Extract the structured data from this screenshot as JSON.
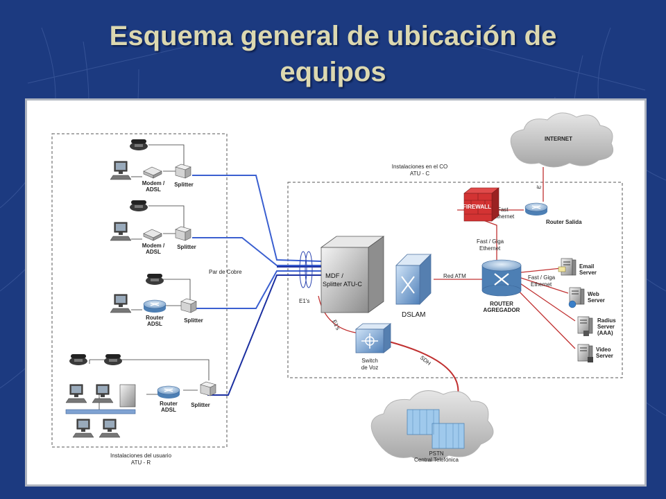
{
  "slide": {
    "title_line1": "Esquema general de ubicación de",
    "title_line2": "equipos"
  },
  "colors": {
    "background": "#1c3a80",
    "title": "#dcd8b0",
    "blue_link": "#3a5fd0",
    "dark_blue_link": "#1b2fa0",
    "red_link": "#c03030"
  },
  "diagram": {
    "user_zone_label_line1": "Instalaciones del usuario",
    "user_zone_label_line2": "ATU - R",
    "co_zone_label_line1": "Instalaciones en el CO",
    "co_zone_label_line2": "ATU - C",
    "par_de_cobre": "Par de Cobre",
    "e1s": "E1's",
    "e1s_voice": "E1's",
    "sdh": "SDH",
    "e": "E",
    "red_atm": "Red ATM",
    "fast_ethernet_line1": "Fast",
    "fast_ethernet_line2": "Ethernet",
    "fast_giga_top_line1": "Fast / Giga",
    "fast_giga_top_line2": "Ethernet",
    "fast_giga_right_line1": "Fast / Giga",
    "fast_giga_right_line2": "Ethernet",
    "modem1_line1": "Modem /",
    "modem1_line2": "ADSL",
    "modem2_line1": "Modem /",
    "modem2_line2": "ADSL",
    "router3_line1": "Router",
    "router3_line2": "ADSL",
    "router4_line1": "Router",
    "router4_line2": "ADSL",
    "splitter1": "Splitter",
    "splitter2": "Splitter",
    "splitter3": "Splitter",
    "splitter4": "Splitter",
    "mdf_line1": "MDF /",
    "mdf_line2": "Splitter ATU-C",
    "dslam": "DSLAM",
    "router_agregador_line1": "ROUTER",
    "router_agregador_line2": "AGREGADOR",
    "firewall": "FIREWALL",
    "router_salida": "Router Salida",
    "internet": "INTERNET",
    "email_line1": "Email",
    "email_line2": "Server",
    "web_line1": "Web",
    "web_line2": "Server",
    "radius_line1": "Radius",
    "radius_line2": "Server",
    "radius_line3": "(AAA)",
    "video_line1": "Video",
    "video_line2": "Server",
    "switch_line1": "Switch",
    "switch_line2": "de Voz",
    "pstn_line1": "PSTN",
    "pstn_line2": "Central Telefónica"
  }
}
